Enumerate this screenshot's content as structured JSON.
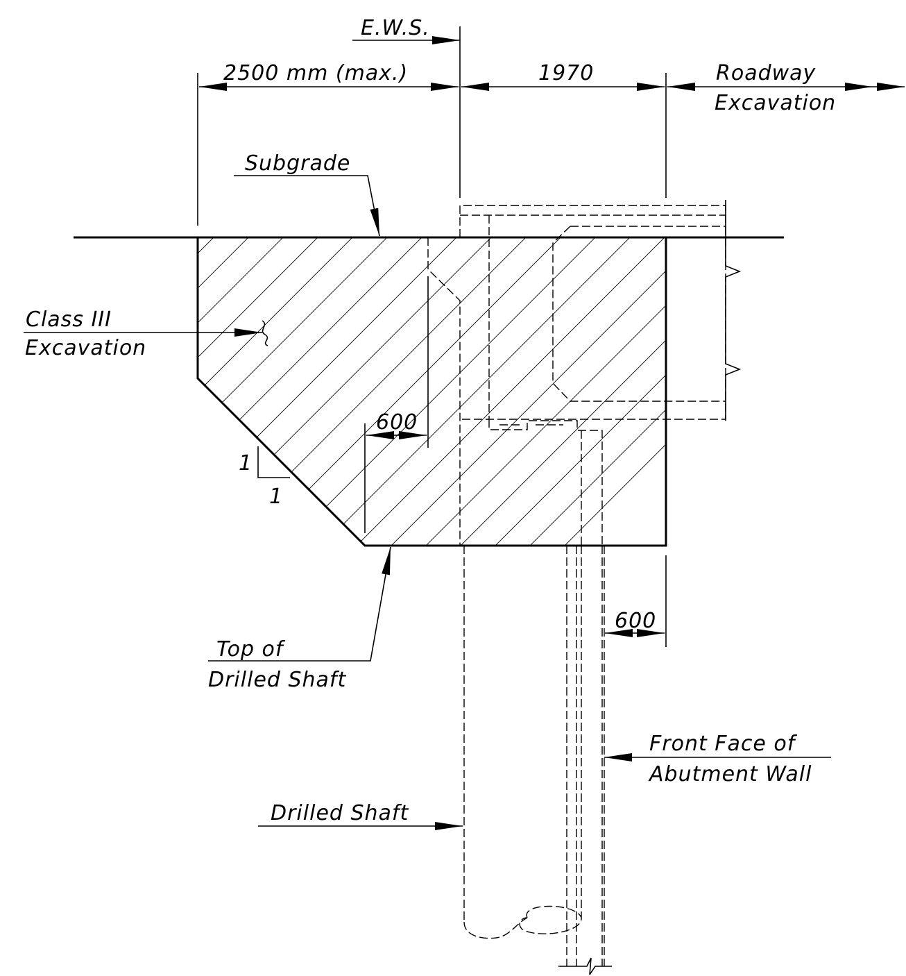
{
  "labels": {
    "ews": "E.W.S.",
    "dim_left": "2500 mm (max.)",
    "dim_mid": "1970",
    "roadway_line1": "Roadway",
    "roadway_line2": "Excavation",
    "subgrade": "Subgrade",
    "class3_line1": "Class III",
    "class3_line2": "Excavation",
    "dim_600_upper": "600",
    "slope_rise": "1",
    "slope_run": "1",
    "dim_600_lower": "600",
    "top_line1": "Top of",
    "top_line2": "Drilled Shaft",
    "front_line1": "Front Face of",
    "front_line2": "Abutment Wall",
    "drilled_shaft": "Drilled Shaft"
  }
}
